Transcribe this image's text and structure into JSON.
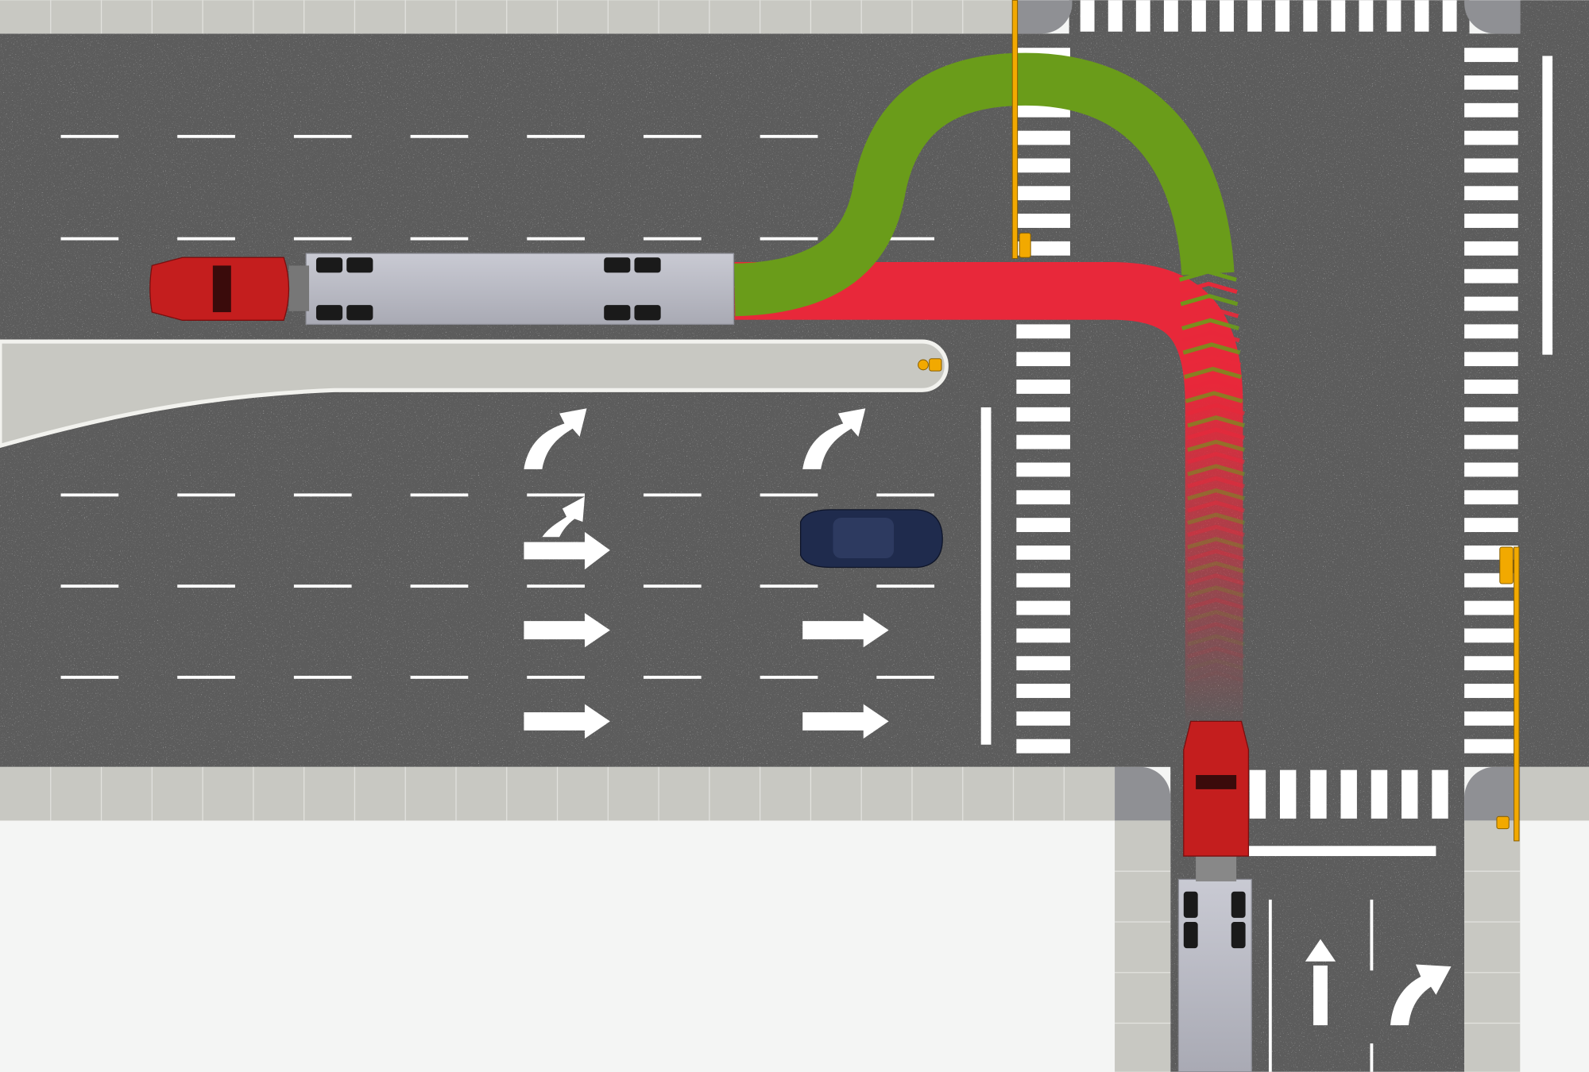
{
  "scene": {
    "colors": {
      "asphalt": "#5b5b5b",
      "sidewalk": "#c8c8c2",
      "curb_ramp": "#8f9094",
      "ground": "#f4f5f4",
      "marking": "#ffffff",
      "signal": "#f2a900",
      "good_path": "#6a9c1a",
      "bad_path": "#e8283a",
      "truck_cab": "#c41e1e",
      "trailer": "#b9bac4",
      "car": "#1f2b4d"
    },
    "paths": [
      {
        "id": "correct-turn-path",
        "status": "correct"
      },
      {
        "id": "incorrect-turn-path",
        "status": "incorrect"
      }
    ]
  }
}
